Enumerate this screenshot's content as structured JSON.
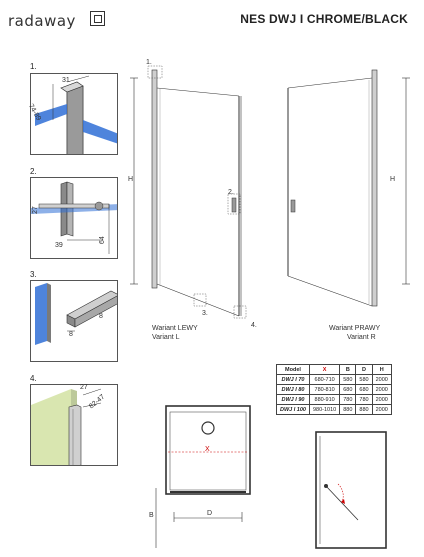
{
  "header": {
    "brand": "radaway",
    "product_title": "NES DWJ I CHROME/BLACK"
  },
  "details": [
    {
      "number": "1.",
      "dims": [
        "31",
        "74-89"
      ]
    },
    {
      "number": "2.",
      "dims": [
        "27",
        "39",
        "64"
      ]
    },
    {
      "number": "3.",
      "dims": [
        "8",
        "8"
      ]
    },
    {
      "number": "4.",
      "dims": [
        "27",
        "82-47"
      ]
    }
  ],
  "door_left": {
    "callouts": [
      "1.",
      "2.",
      "3.",
      "4."
    ],
    "height_label": "H",
    "caption_line1": "Wariant LEWY",
    "caption_line2": "Variant L"
  },
  "door_right": {
    "height_label": "H",
    "caption_line1": "Wariant PRAWY",
    "caption_line2": "Variant R"
  },
  "size_table": {
    "headers": [
      "Model",
      "X",
      "B",
      "D",
      "H"
    ],
    "rows": [
      [
        "DWJ I 70",
        "680-710",
        "580",
        "580",
        "2000"
      ],
      [
        "DWJ I 80",
        "780-810",
        "680",
        "680",
        "2000"
      ],
      [
        "DWJ I 90",
        "880-910",
        "780",
        "780",
        "2000"
      ],
      [
        "DWJ I 100",
        "980-1010",
        "880",
        "880",
        "2000"
      ]
    ]
  },
  "plan": {
    "x_label": "X",
    "b_label": "B",
    "d_label": "D"
  },
  "colors": {
    "glass_blue": "#2f6fd6",
    "wall_green": "#d9e6b0",
    "accent_red": "#cc0000",
    "frame_gray": "#555555"
  }
}
